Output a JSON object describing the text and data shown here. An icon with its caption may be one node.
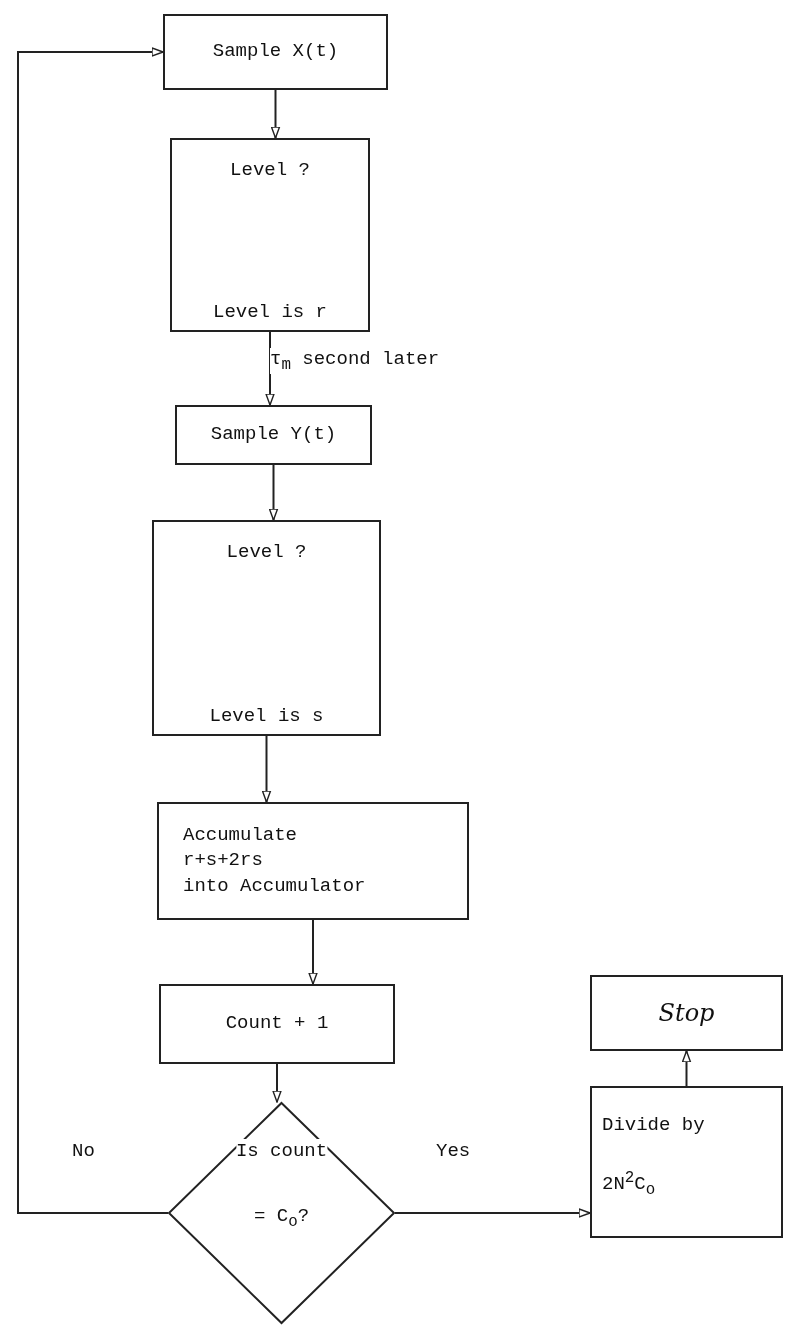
{
  "diagram": {
    "nodes": [
      {
        "text": [
          "Sample X(t)"
        ]
      },
      {
        "text": [
          "Level ?",
          "Level is r"
        ]
      },
      {
        "text": [
          "Sample Y(t)"
        ]
      },
      {
        "text": [
          "Level ?",
          "Level is s"
        ]
      },
      {
        "text": [
          "Accumulate",
          "r+s+2rs",
          "into Accumulator"
        ]
      },
      {
        "text": [
          "Count + 1"
        ]
      },
      {
        "text": [
          "Is count",
          "= C$_{o}$?"
        ]
      },
      {
        "text": [
          "Divide by",
          "2N$^{2}$C$_{o}$"
        ]
      },
      {
        "text": [
          "Stop"
        ]
      }
    ],
    "edges": [
      {
        "from": 0,
        "to": 1,
        "arrow": "to"
      },
      {
        "from": 1,
        "to": 2,
        "arrow": "to",
        "label": "τ$_{m}$ second later"
      },
      {
        "from": 2,
        "to": 3,
        "arrow": "to"
      },
      {
        "from": 3,
        "to": 4,
        "arrow": "to"
      },
      {
        "from": 4,
        "to": 5,
        "arrow": "to"
      },
      {
        "from": 5,
        "to": 6,
        "arrow": "to"
      },
      {
        "from": 6,
        "to": 0,
        "arrow": "to",
        "label": "No"
      },
      {
        "from": 6,
        "to": 7,
        "arrow": "to",
        "label": "Yes"
      },
      {
        "from": 7,
        "to": 8,
        "arrow": "to"
      }
    ]
  }
}
